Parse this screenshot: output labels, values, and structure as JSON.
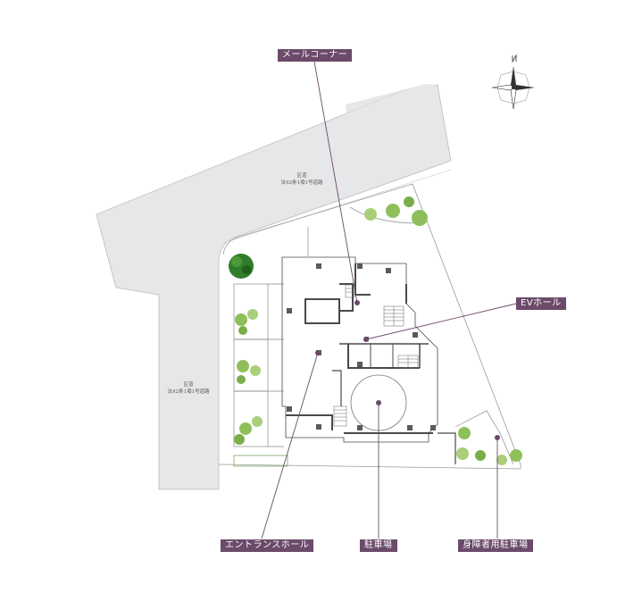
{
  "labels": {
    "mail_corner": "メールコーナー",
    "ev_hall": "EVホール",
    "entrance_hall": "エントランスホール",
    "parking": "駐車場",
    "accessible_parking": "身障者用駐車場"
  },
  "roads": {
    "north_name": "区道",
    "north_law": "法42条1項1号道路",
    "west_name": "区道",
    "west_law": "法42条1項1号道路"
  },
  "colors": {
    "label_bg": "#6b4a6a",
    "leader_line": "#6b4a6a",
    "road_fill": "#e6e7e8",
    "wall": "#4a4a4a",
    "tree_green": "#8fbf5a",
    "tree_dark": "#2f7d2a"
  },
  "icons": {
    "north_arrow": "compass-rose-icon"
  }
}
